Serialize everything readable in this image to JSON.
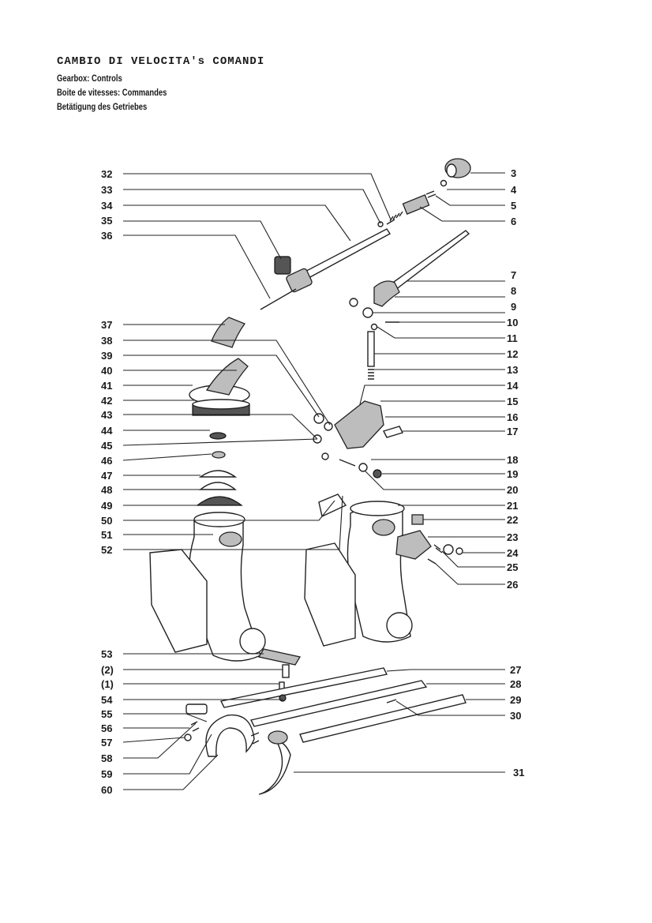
{
  "header": {
    "title": "CAMBIO DI VELOCITA's COMANDI",
    "subtitles": [
      "Gearbox: Controls",
      "Boite de vitesses: Commandes",
      "Betätigung des Getriebes"
    ]
  },
  "labels_left": [
    "32",
    "33",
    "34",
    "35",
    "36",
    "37",
    "38",
    "39",
    "40",
    "41",
    "42",
    "43",
    "44",
    "45",
    "46",
    "47",
    "48",
    "49",
    "50",
    "51",
    "52",
    "53",
    "(2)",
    "(1)",
    "54",
    "55",
    "56",
    "57",
    "58",
    "59",
    "60"
  ],
  "labels_right": [
    "3",
    "4",
    "5",
    "6",
    "7",
    "8",
    "9",
    "10",
    "11",
    "12",
    "13",
    "14",
    "15",
    "16",
    "17",
    "18",
    "19",
    "20",
    "21",
    "22",
    "23",
    "24",
    "25",
    "26",
    "27",
    "28",
    "29",
    "30",
    "31"
  ]
}
